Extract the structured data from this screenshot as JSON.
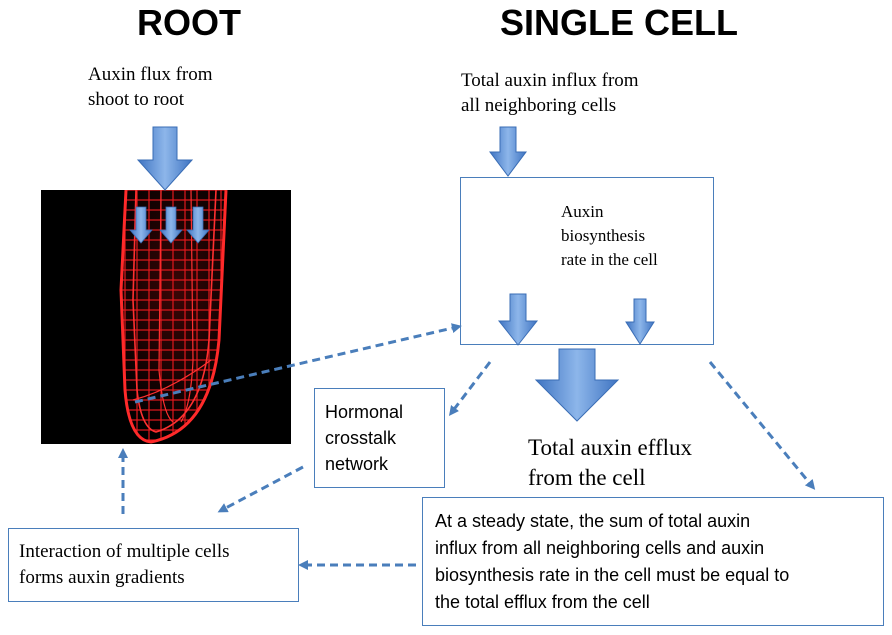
{
  "headings": {
    "root": "ROOT",
    "single_cell": "SINGLE CELL"
  },
  "labels": {
    "auxin_flux_line1": "Auxin flux from",
    "auxin_flux_line2": "shoot to root",
    "total_influx_line1": "Total auxin influx from",
    "total_influx_line2": "all neighboring cells",
    "biosynthesis_line1": "Auxin",
    "biosynthesis_line2": "biosynthesis",
    "biosynthesis_line3": "rate  in the cell",
    "efflux_line1": "Total auxin efflux",
    "efflux_line2": "from the cell"
  },
  "boxes": {
    "hormonal_line1": "Hormonal",
    "hormonal_line2": "crosstalk",
    "hormonal_line3": "network",
    "interaction_line1": "Interaction of multiple cells",
    "interaction_line2": "forms auxin gradients",
    "steady_line1": "At a steady state, the sum of total auxin",
    "steady_line2": "influx from all neighboring cells and auxin",
    "steady_line3": "biosynthesis rate in the cell must be equal to",
    "steady_line4": "the total efflux from the cell"
  },
  "colors": {
    "arrow_fill": "#5b8fd6",
    "arrow_light": "#a9c8ef",
    "box_border": "#4a7ebb",
    "dashed": "#4a7ebb",
    "root_red": "#e0181c"
  }
}
